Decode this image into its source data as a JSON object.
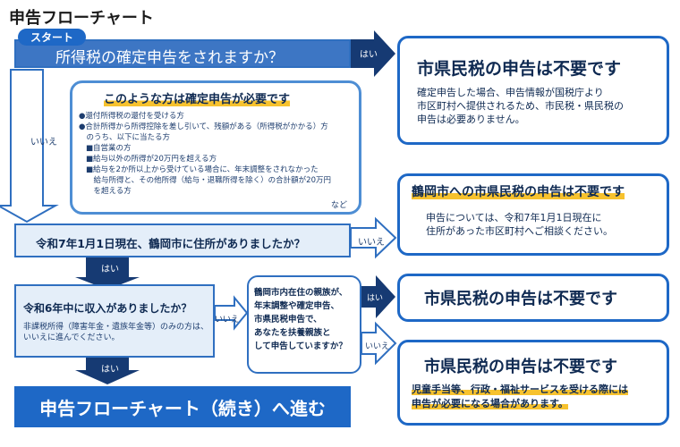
{
  "page_title": "申告フローチャート",
  "start_tag": "スタート",
  "q1": "所得税の確定申告をされますか？",
  "yes": "はい",
  "no": "いいえ",
  "info_box": {
    "title": "このような方は確定申告が必要です",
    "lines": [
      "●還付所得税の還付を受ける方",
      "●合計所得から所得控除を差し引いて、残額がある（所得税がかかる）方",
      "　のうち、以下に当たる方",
      "■自営業の方",
      "■給与以外の所得が20万円を超える方",
      "■給与を2か所以上から受けている場合に、年末調整をされなかった",
      "　給与所得と、その他所得（給与・退職所得を除く）の合計額が20万円",
      "　を超える方"
    ],
    "etc": "など"
  },
  "r1": {
    "title": "市県民税の申告は不要です",
    "body": [
      "確定申告した場合、申告情報が国税庁より",
      "市区町村へ提供されるため、市民税・県民税の",
      "申告は必要ありません。"
    ]
  },
  "q2": "令和7年1月1日現在、鶴岡市に住所がありましたか？",
  "r2": {
    "title": "鶴岡市への市県民税の申告は不要です",
    "body": [
      "申告については、令和7年1月1日現在に",
      "住所があった市区町村へご相談ください。"
    ]
  },
  "q3": {
    "title": "令和6年中に収入がありましたか？",
    "note": [
      "非課税所得（障害年金・遺族年金等）のみの方は、",
      "いいえに進んでください。"
    ]
  },
  "q4": [
    "鶴岡市内在住の親族が、",
    "年末調整や確定申告、",
    "市県民税申告で、",
    "あなたを扶養親族と",
    "して申告していますか？"
  ],
  "r3": {
    "title": "市県民税の申告は不要です"
  },
  "r4": {
    "title": "市県民税の申告は不要です",
    "note": [
      "児童手当等、行政・福祉サービスを受ける際には",
      "申告が必要になる場合があります。"
    ]
  },
  "next_button": "申告フローチャート（続き）へ進む"
}
